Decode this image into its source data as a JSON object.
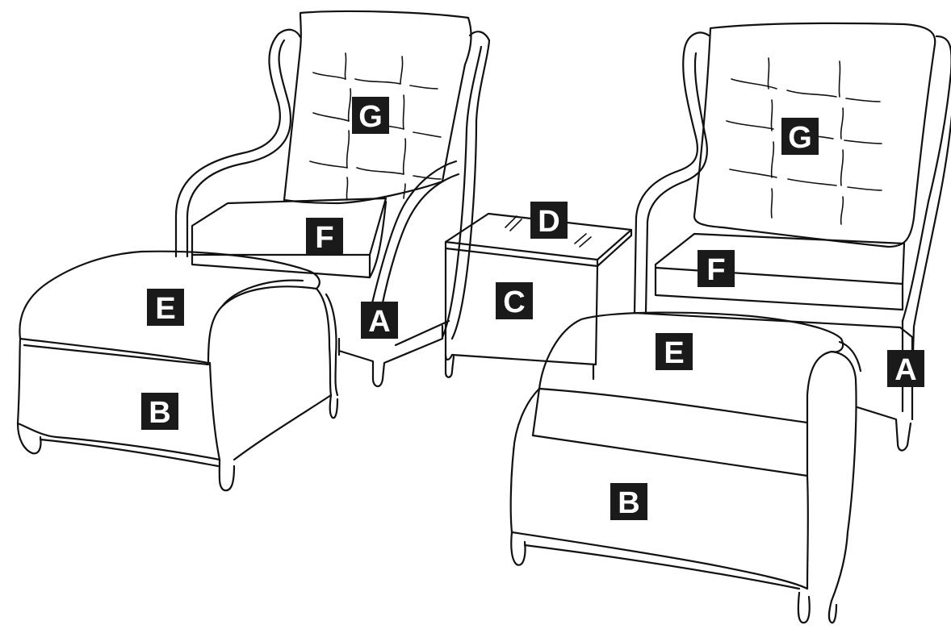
{
  "diagram": {
    "labels": {
      "chair_frame": "A",
      "ottoman_frame": "B",
      "side_table": "C",
      "glass_top": "D",
      "ottoman_cushion": "E",
      "seat_cushion": "F",
      "back_cushion": "G"
    },
    "colors": {
      "line": "#111111",
      "label_bg": "#1a1a1a",
      "label_text": "#ffffff",
      "background": "#ffffff"
    }
  }
}
